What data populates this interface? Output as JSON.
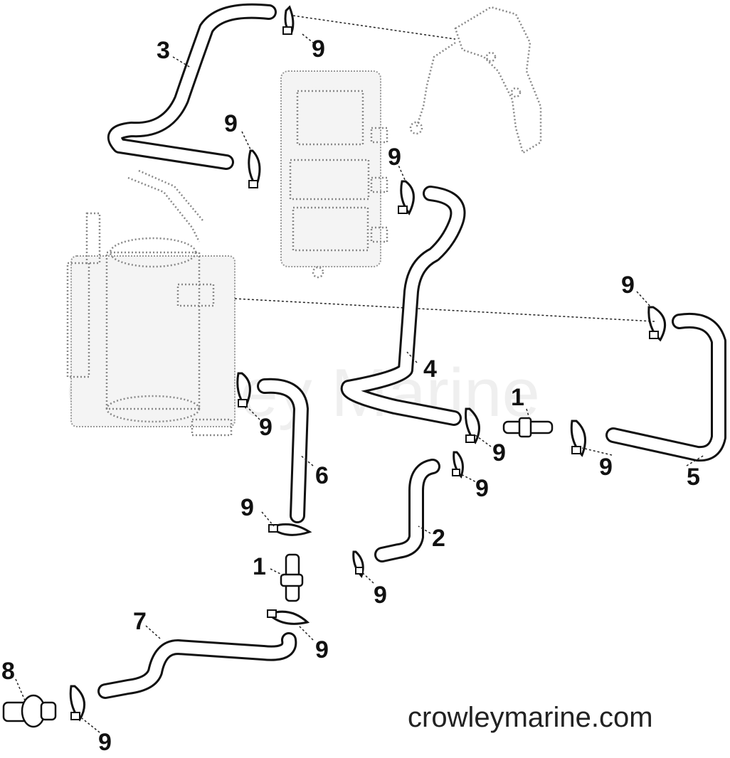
{
  "watermark": "Crowley Marine",
  "site_url": "crowleymarine.com",
  "callouts": {
    "c_3": "3",
    "c_9_top": "9",
    "c_9_left": "9",
    "c_9_mid": "9",
    "c_9_right": "9",
    "c_4": "4",
    "c_1_right": "1",
    "c_9_r1": "9",
    "c_9_r2": "9",
    "c_9_r3": "9",
    "c_5": "5",
    "c_9_pump": "9",
    "c_6": "6",
    "c_2": "2",
    "c_9_c2": "9",
    "c_9_lower": "9",
    "c_1_left": "1",
    "c_9_bot": "9",
    "c_7": "7",
    "c_8": "8",
    "c_9_end": "9"
  }
}
